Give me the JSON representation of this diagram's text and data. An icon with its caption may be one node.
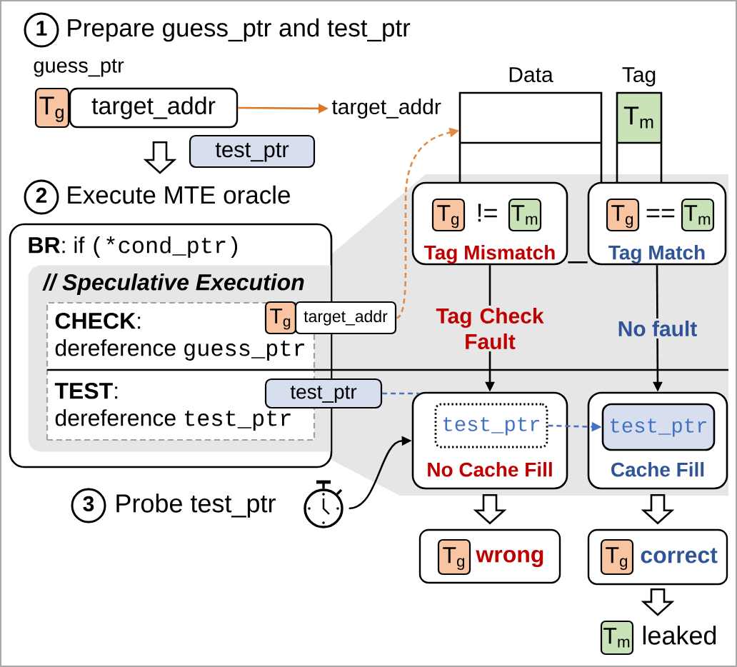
{
  "diagram": {
    "nodes": [
      {
        "text": [
          "1"
        ]
      },
      {
        "text": [
          "T$_{g}$"
        ]
      },
      {
        "text": [
          "target_addr"
        ]
      },
      {
        "text": [
          "test_ptr"
        ]
      },
      {
        "text": [
          "target_addr"
        ]
      },
      {
        "text": [
          "Data"
        ]
      },
      {
        "text": [
          "Tag",
          "T$_{m}$"
        ]
      },
      {
        "text": [
          "2"
        ]
      },
      {
        "text": [
          "**BR**: if",
          "(*cond_ptr)"
        ]
      },
      {
        "text": [
          "// Speculative Execution"
        ],
        "in": 8
      },
      {
        "text": [
          "**CHECK**:",
          "dereference",
          "guess_ptr"
        ],
        "in": 9
      },
      {
        "text": [
          "T$_{g}$"
        ],
        "in": 10
      },
      {
        "text": [
          "target_addr"
        ]
      },
      {
        "text": [
          "**TEST**:",
          "dereference",
          "test_ptr"
        ],
        "in": 9
      },
      {
        "text": [
          "test_ptr"
        ]
      },
      {
        "text": [
          "!=",
          "Tag Mismatch"
        ]
      },
      {
        "text": [
          "T$_{g}$"
        ],
        "in": 15
      },
      {
        "text": [
          "T$_{m}$"
        ],
        "in": 15
      },
      {
        "text": [
          "==",
          "Tag Match"
        ]
      },
      {
        "text": [
          "T$_{g}$"
        ],
        "in": 18
      },
      {
        "text": [
          "T$_{m}$"
        ],
        "in": 18
      },
      {
        "text": [
          "3"
        ]
      },
      {
        "text": [],
        "shape": "stopwatch"
      },
      {
        "text": [
          "No Cache Fill"
        ]
      },
      {
        "text": [
          "test_ptr"
        ],
        "in": 23
      },
      {
        "text": [
          "Cache Fill"
        ]
      },
      {
        "text": [
          "test_ptr"
        ],
        "in": 25
      },
      {
        "text": [
          "wrong"
        ]
      },
      {
        "text": [
          "T$_{g}$"
        ],
        "in": 27
      },
      {
        "text": [
          "correct"
        ]
      },
      {
        "text": [
          "T$_{g}$"
        ],
        "in": 29
      },
      {
        "text": [
          "T$_{m}$"
        ],
        "beside": [
          "leaked"
        ]
      }
    ],
    "edges": [
      {
        "from": 2,
        "to": 4,
        "arrow": "to",
        "color": "#d9772b"
      },
      {
        "from": 12,
        "to": 5,
        "arrow": "to",
        "style": "dashed",
        "color": "#e08a45"
      },
      {
        "from": 15,
        "to": 23,
        "arrow": "to",
        "label": "Tag Check Fault"
      },
      {
        "from": 18,
        "to": 25,
        "arrow": "to",
        "label": "No fault"
      },
      {
        "from": 15,
        "to": 18,
        "arrow": "none"
      },
      {
        "from": 14,
        "to": 23,
        "arrow": "none",
        "style": "dashed",
        "color": "#4472c4"
      },
      {
        "from": 24,
        "to": 26,
        "arrow": "to",
        "style": "dashed",
        "color": "#4472c4"
      },
      {
        "from": 22,
        "to": 23,
        "arrow": "to"
      },
      {
        "from": 23,
        "to": 27,
        "arrow": "to",
        "style": "thick"
      },
      {
        "from": 25,
        "to": 29,
        "arrow": "to",
        "style": "thick"
      },
      {
        "from": 29,
        "to": 31,
        "arrow": "to",
        "style": "thick"
      },
      {
        "from": 2,
        "to": null,
        "arrow": "to",
        "style": "thick"
      }
    ],
    "labels": [
      "Prepare guess_ptr and test_ptr",
      "guess_ptr",
      "Execute MTE oracle",
      "Probe test_ptr"
    ]
  }
}
